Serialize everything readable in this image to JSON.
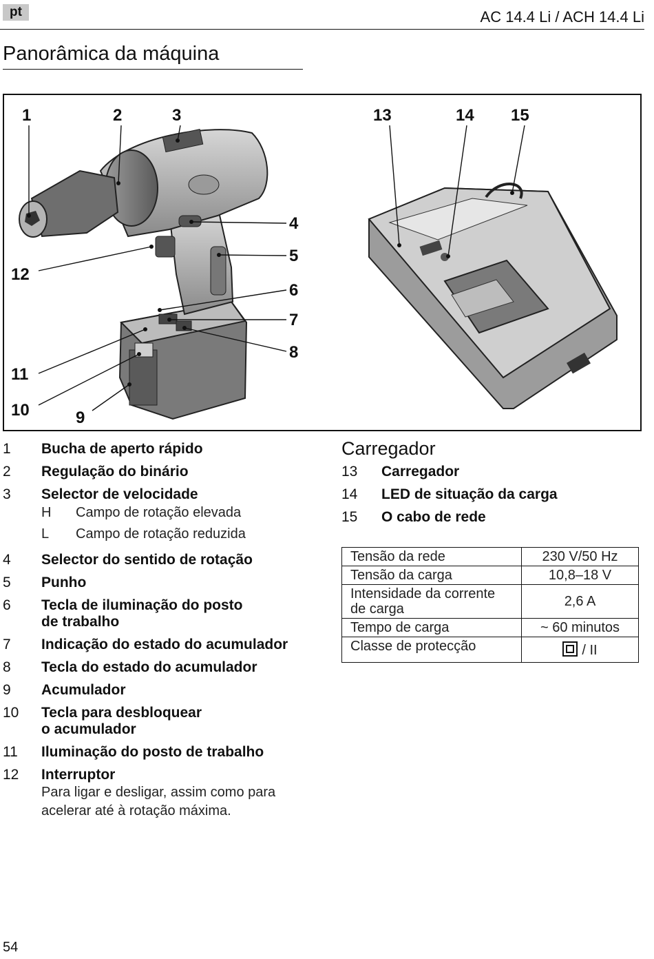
{
  "header": {
    "lang": "pt",
    "model": "AC 14.4 Li / ACH 14.4 Li"
  },
  "section_title": "Panorâmica da máquina",
  "figure": {
    "callouts": [
      "1",
      "2",
      "3",
      "4",
      "5",
      "6",
      "7",
      "8",
      "9",
      "10",
      "11",
      "12",
      "13",
      "14",
      "15"
    ]
  },
  "components": [
    {
      "n": "1",
      "label": "Bucha de aperto rápido"
    },
    {
      "n": "2",
      "label": "Regulação do binário"
    },
    {
      "n": "3",
      "label": "Selector de velocidade",
      "sub": [
        {
          "letter": "H",
          "label": "Campo de rotação elevada"
        },
        {
          "letter": "L",
          "label": "Campo de rotação reduzida"
        }
      ]
    },
    {
      "n": "4",
      "label": "Selector do sentido de rotação"
    },
    {
      "n": "5",
      "label": "Punho"
    },
    {
      "n": "6",
      "label": "Tecla de iluminação do posto",
      "label2": "de trabalho"
    },
    {
      "n": "7",
      "label": "Indicação do estado do acumulador"
    },
    {
      "n": "8",
      "label": "Tecla do estado do acumulador"
    },
    {
      "n": "9",
      "label": "Acumulador"
    },
    {
      "n": "10",
      "label": "Tecla para desbloquear",
      "label2": "o acumulador"
    },
    {
      "n": "11",
      "label": "Iluminação do posto de trabalho"
    },
    {
      "n": "12",
      "label": "Interruptor",
      "desc1": "Para ligar e desligar, assim como para",
      "desc2": "acelerar até à rotação máxima."
    }
  ],
  "charger": {
    "title": "Carregador",
    "items": [
      {
        "n": "13",
        "label": "Carregador"
      },
      {
        "n": "14",
        "label": "LED de situação da carga"
      },
      {
        "n": "15",
        "label": "O cabo de rede"
      }
    ]
  },
  "specs": [
    {
      "label": "Tensão da rede",
      "value": "230 V/50 Hz"
    },
    {
      "label": "Tensão da carga",
      "value": "10,8–18 V"
    },
    {
      "label": "Intensidade da corrente",
      "label2": "de carga",
      "value": "2,6 A"
    },
    {
      "label": "Tempo de carga",
      "value": "~ 60 minutos"
    },
    {
      "label": "Classe de protecção",
      "value": "/ II",
      "icon": "double-insulation-icon"
    }
  ],
  "page_number": "54"
}
